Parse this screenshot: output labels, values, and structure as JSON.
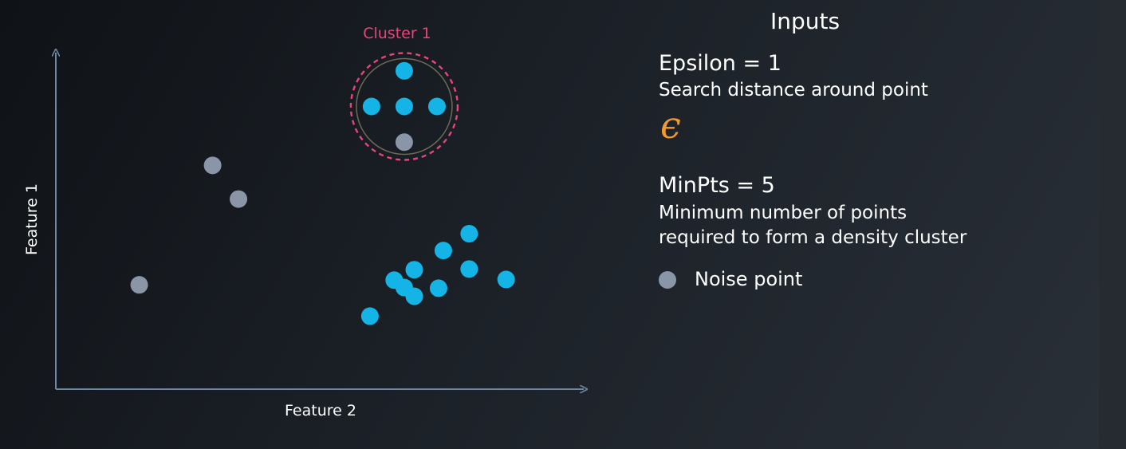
{
  "colors": {
    "core": "#14b4e6",
    "noise": "#8a96a8",
    "cluster_ring": "#e8457a",
    "epsilon": "#f39a2e",
    "axis": "#6e88a2"
  },
  "chart_data": {
    "type": "scatter",
    "xlabel": "Feature 2",
    "ylabel": "Feature 1",
    "cluster_label": "Cluster 1",
    "xlim": [
      0,
      100
    ],
    "ylim": [
      0,
      100
    ],
    "points": [
      {
        "x": 66.0,
        "y": 94.6,
        "kind": "core",
        "cluster": 1
      },
      {
        "x": 59.8,
        "y": 84.0,
        "kind": "core",
        "cluster": 1
      },
      {
        "x": 66.0,
        "y": 84.0,
        "kind": "core",
        "cluster": 1
      },
      {
        "x": 72.2,
        "y": 84.0,
        "kind": "core",
        "cluster": 1
      },
      {
        "x": 66.0,
        "y": 73.4,
        "kind": "noise",
        "cluster": 1
      },
      {
        "x": 29.7,
        "y": 66.5,
        "kind": "noise"
      },
      {
        "x": 34.6,
        "y": 56.5,
        "kind": "noise"
      },
      {
        "x": 15.8,
        "y": 31.0,
        "kind": "noise"
      },
      {
        "x": 78.3,
        "y": 46.2,
        "kind": "core"
      },
      {
        "x": 73.4,
        "y": 41.2,
        "kind": "core"
      },
      {
        "x": 67.9,
        "y": 35.5,
        "kind": "core"
      },
      {
        "x": 78.3,
        "y": 35.7,
        "kind": "core"
      },
      {
        "x": 64.1,
        "y": 32.4,
        "kind": "core"
      },
      {
        "x": 66.0,
        "y": 30.2,
        "kind": "core"
      },
      {
        "x": 72.5,
        "y": 30.0,
        "kind": "core"
      },
      {
        "x": 85.3,
        "y": 32.6,
        "kind": "core"
      },
      {
        "x": 67.9,
        "y": 27.6,
        "kind": "core"
      },
      {
        "x": 59.5,
        "y": 21.7,
        "kind": "core"
      }
    ],
    "cluster_center": [
      66.0,
      84.0
    ]
  },
  "panel": {
    "title": "Inputs",
    "epsilon_name": "Epsilon = 1",
    "epsilon_desc": "Search distance around point",
    "epsilon_symbol": "ϵ",
    "minpts_name": "MinPts = 5",
    "minpts_desc_line1": "Minimum number of points",
    "minpts_desc_line2": "required to form a density cluster",
    "legend_noise": "Noise point"
  }
}
